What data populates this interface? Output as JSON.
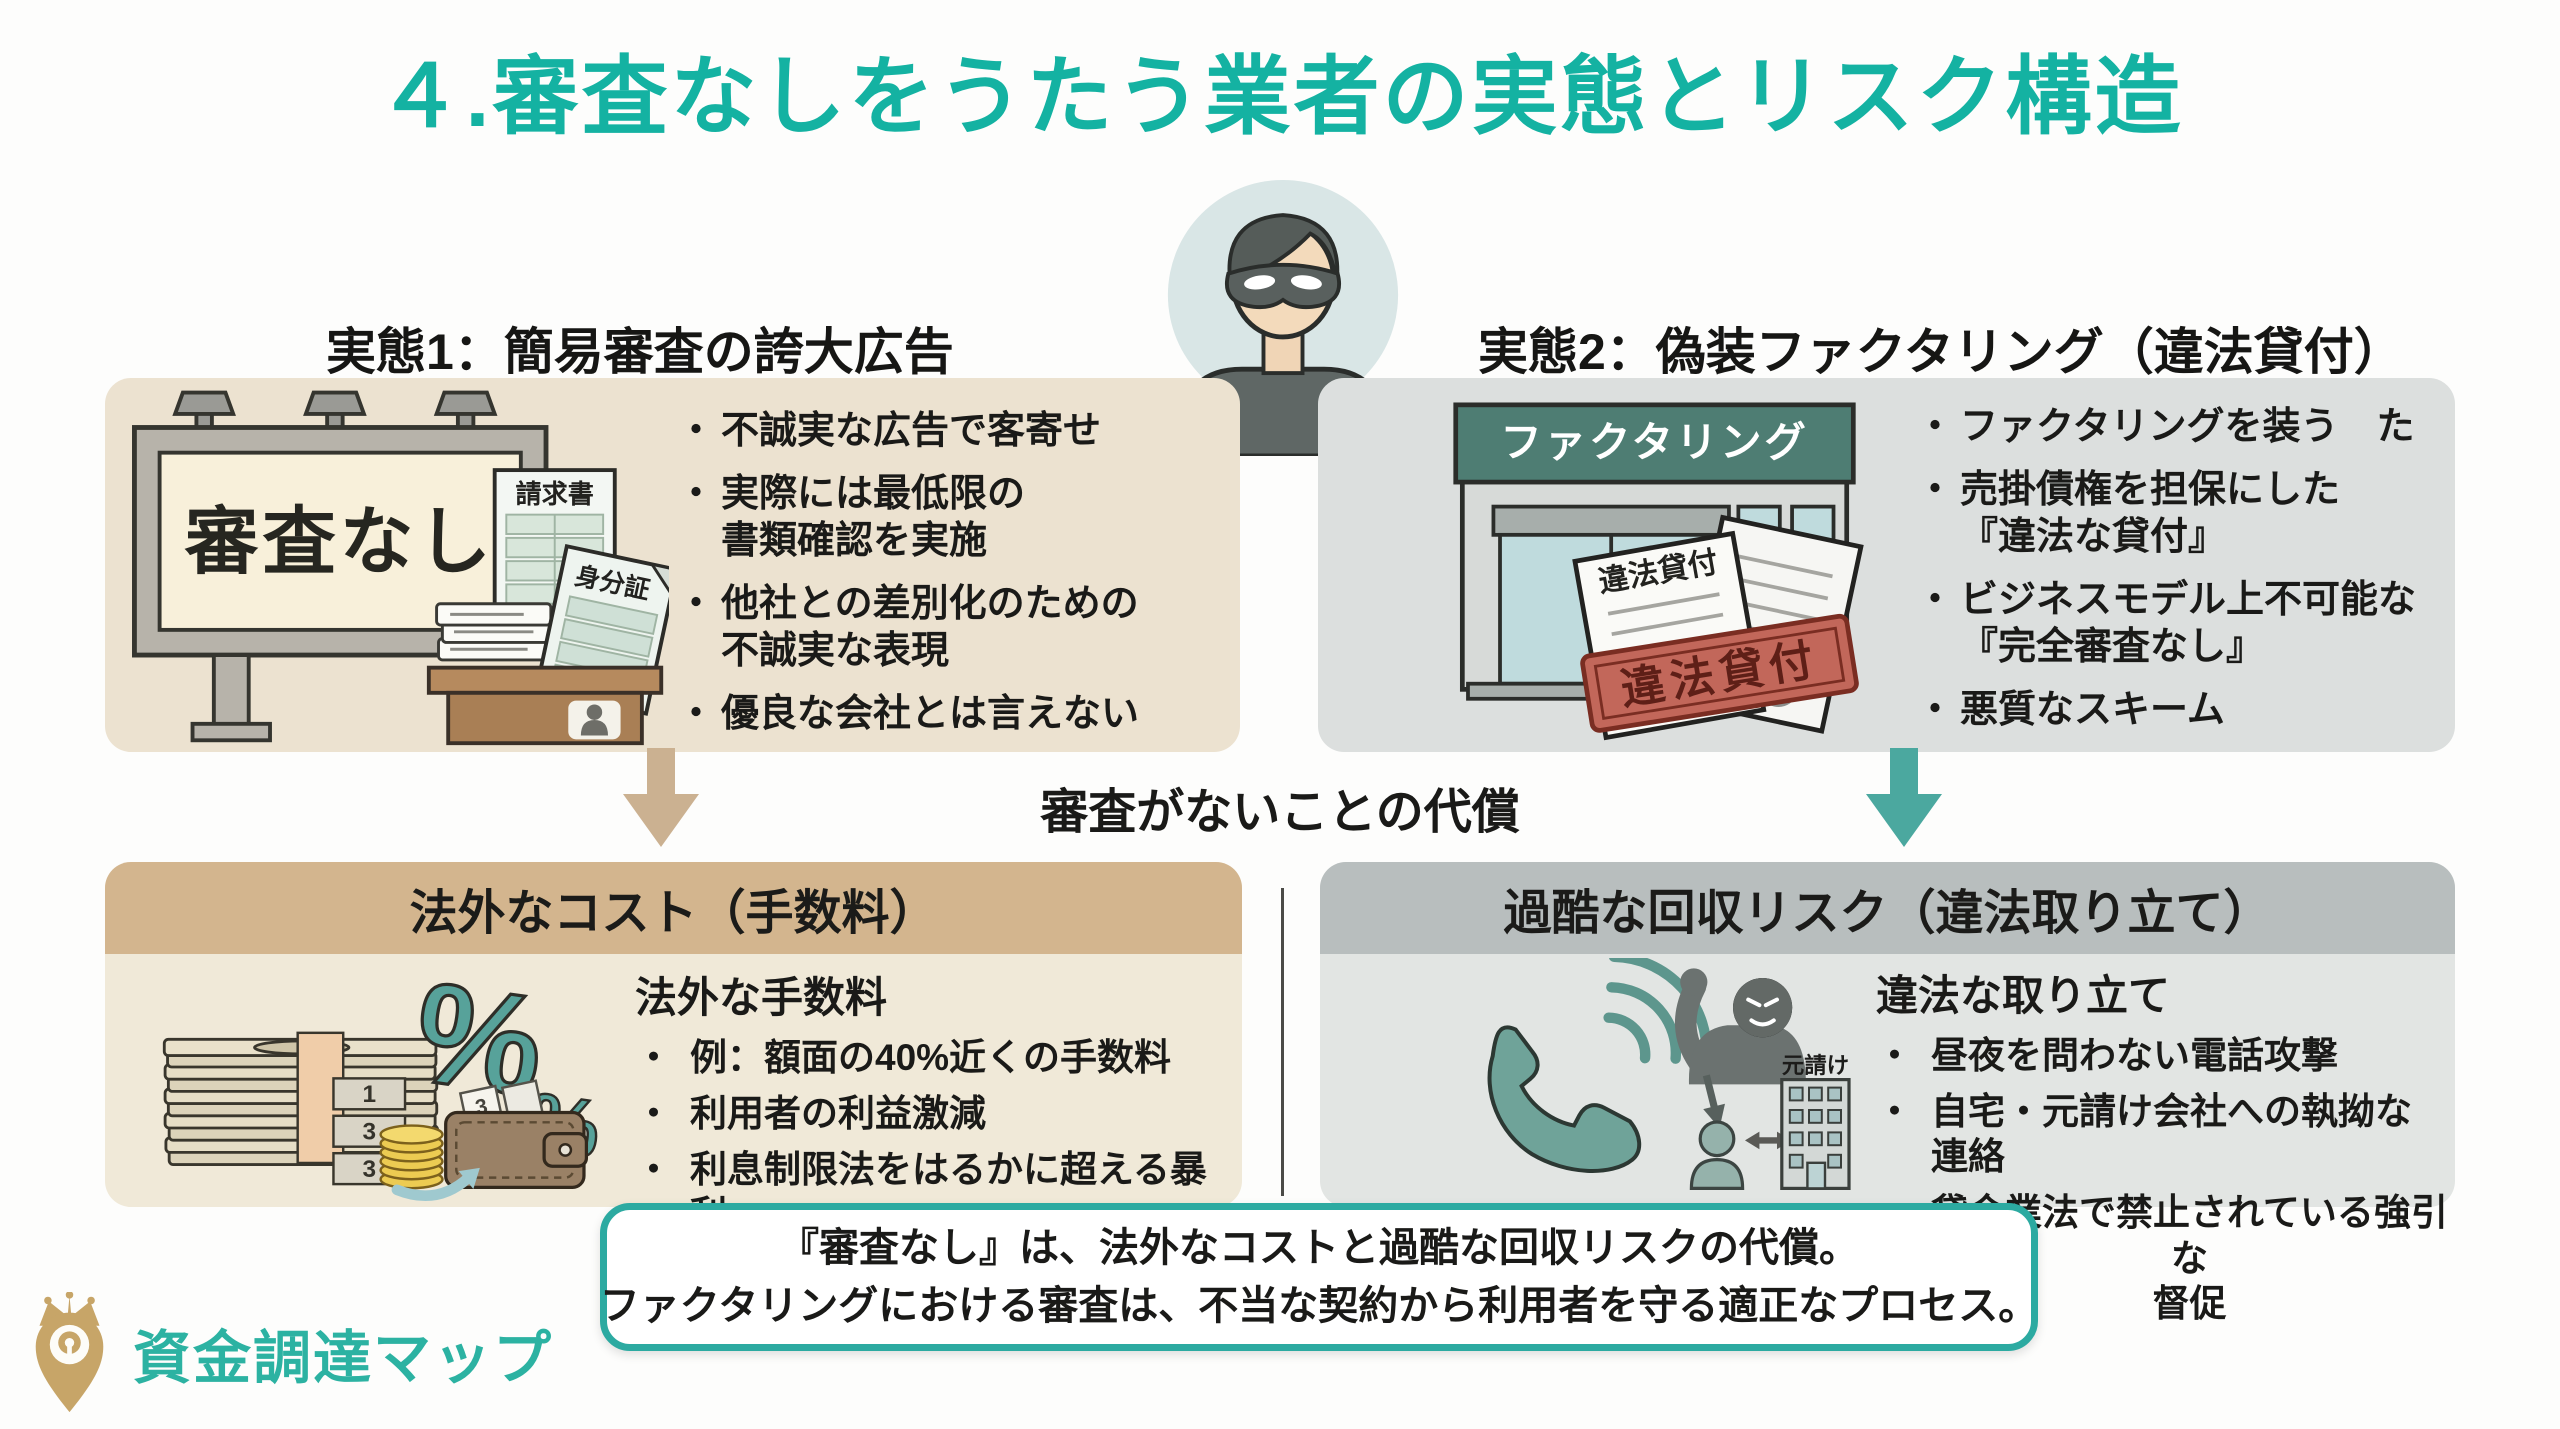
{
  "ui": {
    "bullet": "・"
  },
  "title": "４.審査なしをうたう業者の実態とリスク構造",
  "sections": {
    "s1": {
      "heading": "実態1：簡易審査の誇大広告",
      "bullets": [
        "不誠実な広告で客寄せ",
        "実際には最低限の\n書類確認を実施",
        "他社との差別化のための\n不誠実な表現",
        "優良な会社とは言えない"
      ],
      "illustration": {
        "billboard_text": "審査なし",
        "invoice_label": "請求書",
        "id_label": "身分証"
      }
    },
    "s2": {
      "heading": "実態2：偽装ファクタリング（違法貸付）",
      "bullets": [
        "ファクタリングを装う　た",
        "売掛債権を担保にした\n『違法な貸付』",
        "ビジネスモデル上不可能な\n『完全審査なし』",
        "悪質なスキーム"
      ],
      "illustration": {
        "sign_text": "ファクタリング",
        "doc_label": "違法貸付",
        "stamp_text": "違法貸付"
      }
    }
  },
  "middle": {
    "caption": "審査がないことの代償"
  },
  "cost": {
    "header": "法外なコスト（手数料）",
    "subheading": "法外な手数料",
    "bullets": [
      "例：額面の40%近くの手数料",
      "利用者の利益激減",
      "利息制限法をはるかに超える暴利"
    ],
    "illustration": {
      "percent_large": "%",
      "percent_small": "%",
      "tags": [
        "1",
        "3",
        "3"
      ],
      "wallet_bill": "3"
    }
  },
  "risk": {
    "header": "過酷な回収リスク（違法取り立て）",
    "subheading": "違法な取り立て",
    "bullets": [
      "昼夜を問わない電話攻撃",
      "自宅・元請け会社への執拗な連絡",
      "貸金業法で禁止されている強引な\n督促"
    ],
    "illustration": {
      "building_label": "元請け"
    }
  },
  "conclusion": {
    "line1": "『審査なし』は、法外なコストと過酷な回収リスクの代償。",
    "line2": "ファクタリングにおける審査は、不当な契約から利用者を守る適正なプロセス。"
  },
  "logo": {
    "text": "資金調達マップ"
  },
  "colors": {
    "accent_teal": "#14b2a2",
    "arrow_tan": "#cbb191",
    "arrow_teal": "#4ba89f",
    "sign_teal": "#4e7d73",
    "stamp_red": "#c2675a",
    "panel_beige": "#ece2d0",
    "panel_gray": "#dcdfde",
    "header_tan": "#d3b58e",
    "header_gray": "#b8bebe",
    "logo_gold": "#c7a568"
  }
}
